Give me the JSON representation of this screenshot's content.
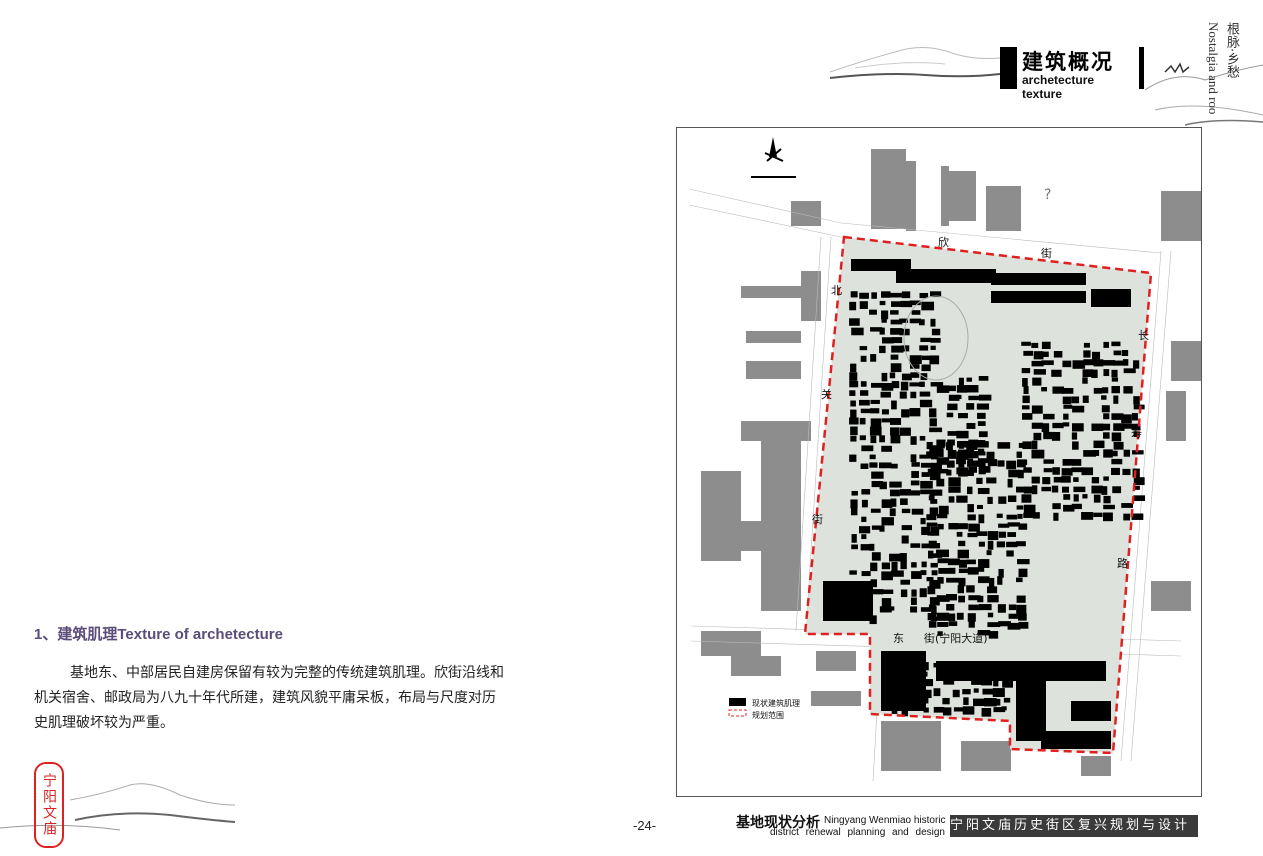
{
  "header": {
    "title_cn": "建筑概况",
    "title_en_line1": "archetecture",
    "title_en_line2": "texture",
    "vertical_cn": "根脉·乡愁",
    "vertical_en": "Nostalgia and roo"
  },
  "section": {
    "title": "1、建筑肌理Texture of  archetecture",
    "body": "基地东、中部居民自建房保留有较为完整的传统建筑肌理。欣街沿线和机关宿舍、邮政局为八九十年代所建，建筑风貌平庸呆板，布局与尺度对历史肌理破坏较为严重。"
  },
  "map": {
    "roads": {
      "north": [
        "欣",
        "街"
      ],
      "west": [
        "北",
        "关",
        "街"
      ],
      "east": [
        "长",
        "寿",
        "路"
      ],
      "south_1": "东",
      "south_2": "街(宁阳大道)"
    },
    "legend": [
      {
        "label": "现状建筑肌理",
        "color": "#000000"
      },
      {
        "label": "规划范围",
        "color": "#e02020"
      }
    ],
    "question_mark": "?"
  },
  "seal": {
    "text": "宁阳文庙",
    "color": "#dd2222"
  },
  "footer": {
    "page_number": "-24-",
    "section_cn": "基地现状分析",
    "section_en_line1": "Ningyang Wenmiao historic",
    "section_en_line2": "district renewal planning and design",
    "project_title": "宁阳文庙历史街区复兴规划与设计"
  }
}
